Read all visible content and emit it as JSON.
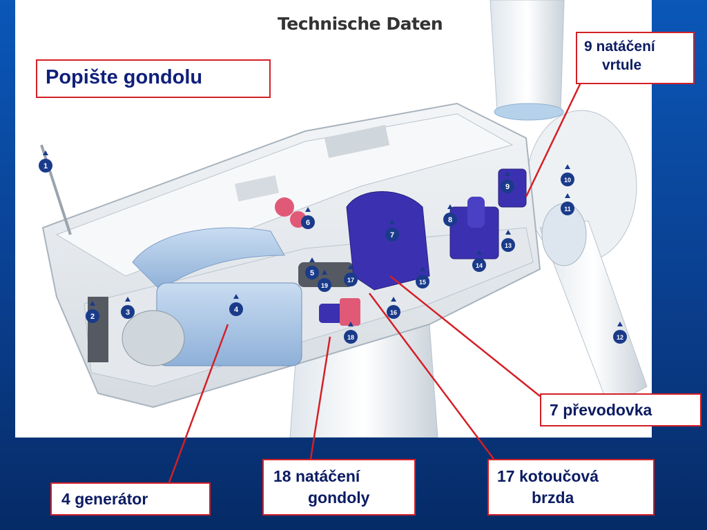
{
  "figure": {
    "heading": "Technische Daten",
    "markers": [
      "1",
      "2",
      "3",
      "4",
      "5",
      "6",
      "7",
      "8",
      "9",
      "10",
      "11",
      "12",
      "13",
      "14",
      "15",
      "16",
      "17",
      "18",
      "19"
    ]
  },
  "title": "Popište gondolu",
  "callouts": {
    "c9": {
      "num": "9",
      "line1": "natáčení",
      "line2": "vrtule"
    },
    "c7": {
      "num": "7",
      "text": "převodovka"
    },
    "c4": {
      "num": "4",
      "text": "generátor"
    },
    "c18": {
      "num": "18",
      "line1": "natáčení",
      "line2": "gondoly"
    },
    "c17": {
      "num": "17",
      "line1": "kotoučová",
      "line2": "brzda"
    }
  },
  "colors": {
    "background": "#0a4fa6",
    "callout_border": "#d41f26",
    "callout_text": "#0b1b62",
    "marker": "#1a3a8a",
    "component_blue": "#3a2ea8",
    "component_pink": "#e05a78",
    "generator": "#a9c6e6"
  }
}
